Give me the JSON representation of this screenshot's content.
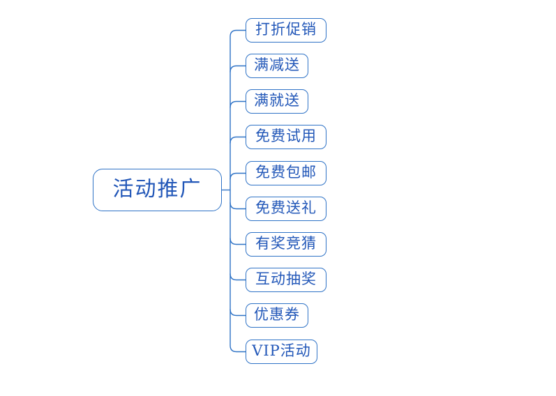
{
  "colors": {
    "line": "#2e72c6",
    "text": "#2257b8",
    "node_bg": "#ffffff",
    "canvas_bg": "#ffffff"
  },
  "root": {
    "label": "活动推广"
  },
  "children": [
    {
      "label": "打折促销"
    },
    {
      "label": "满减送"
    },
    {
      "label": "满就送"
    },
    {
      "label": "免费试用"
    },
    {
      "label": "免费包邮"
    },
    {
      "label": "免费送礼"
    },
    {
      "label": "有奖竞猜"
    },
    {
      "label": "互动抽奖"
    },
    {
      "label": "优惠券"
    },
    {
      "label": "VIP活动"
    }
  ]
}
